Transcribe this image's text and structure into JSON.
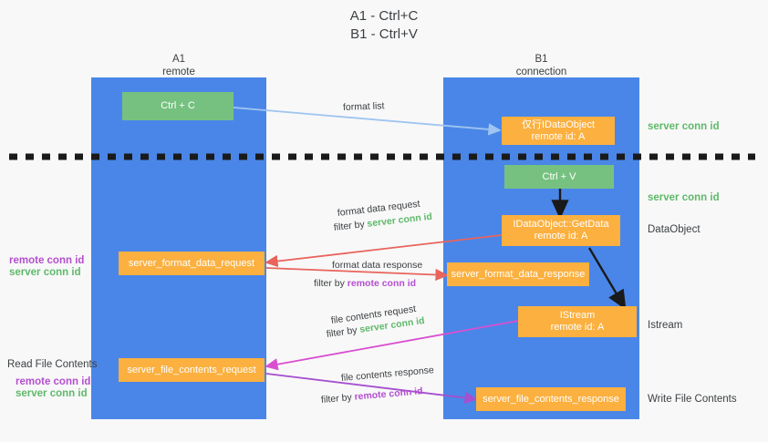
{
  "title": {
    "line1": "A1 - Ctrl+C",
    "line2": "B1 - Ctrl+V"
  },
  "lanes": [
    {
      "id": "a1",
      "name": "A1",
      "role": "remote"
    },
    {
      "id": "b1",
      "name": "B1",
      "role": "connection"
    }
  ],
  "nodes": {
    "ctrl_c": {
      "line1": "Ctrl + C",
      "line2": ""
    },
    "idataobject": {
      "line1": "仅行IDataObject",
      "line2": "remote id: A"
    },
    "ctrl_v": {
      "line1": "Ctrl + V",
      "line2": ""
    },
    "getdata": {
      "line1": "IDataObject::GetData",
      "line2": "remote id: A"
    },
    "istream": {
      "line1": "IStream",
      "line2": "remote id: A"
    },
    "fmt_req": {
      "line1": "server_format_data_request",
      "line2": ""
    },
    "fmt_res": {
      "line1": "server_format_data_response",
      "line2": ""
    },
    "file_req": {
      "line1": "server_file_contents_request",
      "line2": ""
    },
    "file_res": {
      "line1": "server_file_contents_response",
      "line2": ""
    }
  },
  "right_labels": [
    {
      "id": "server-conn-id-1",
      "text": "server conn id",
      "kind": "green"
    },
    {
      "id": "server-conn-id-2",
      "text": "server conn id",
      "kind": "green"
    },
    {
      "id": "dataobject",
      "text": "DataObject",
      "kind": "dark"
    },
    {
      "id": "istream",
      "text": "Istream",
      "kind": "dark"
    },
    {
      "id": "write-file",
      "text": "Write File Contents",
      "kind": "dark"
    }
  ],
  "left_labels": [
    {
      "id": "remote-conn-id-1",
      "text": "remote conn id",
      "kind": "purple"
    },
    {
      "id": "server-conn-id-1",
      "text": "server conn id",
      "kind": "green"
    },
    {
      "id": "read-file",
      "text": "Read File Contents",
      "kind": "dark"
    },
    {
      "id": "remote-conn-id-2",
      "text": "remote conn id",
      "kind": "purple"
    },
    {
      "id": "server-conn-id-2",
      "text": "server conn id",
      "kind": "green"
    }
  ],
  "captions": {
    "format_list": {
      "text": "format list"
    },
    "fmt_req_l1": {
      "text": "format data request"
    },
    "fmt_req_l2_pre": {
      "text": "filter by "
    },
    "fmt_req_l2_tag": {
      "text": "server conn id"
    },
    "fmt_res_l1": {
      "text": "format data response"
    },
    "fmt_res_l2_pre": {
      "text": "filter by "
    },
    "fmt_res_l2_tag": {
      "text": "remote conn id"
    },
    "file_req_l1": {
      "text": "file contents request"
    },
    "file_req_l2_pre": {
      "text": "filter by "
    },
    "file_req_l2_tag": {
      "text": "server conn id"
    },
    "file_res_l1": {
      "text": "file contents response"
    },
    "file_res_l2_pre": {
      "text": "filter by "
    },
    "file_res_l2_tag": {
      "text": "remote conn id"
    }
  },
  "colors": {
    "lane": "#4a86e8",
    "green_box": "#76c180",
    "orange_box": "#fbb03f",
    "server_conn": "#5fb96a",
    "remote_conn": "#b44fd0",
    "arrow_blue": "#9fc5f0",
    "arrow_red": "#e8645c",
    "arrow_magenta": "#d94fd0",
    "arrow_purple": "#a64fd0",
    "arrow_black": "#1a1a1a",
    "background": "#f8f8f8"
  }
}
